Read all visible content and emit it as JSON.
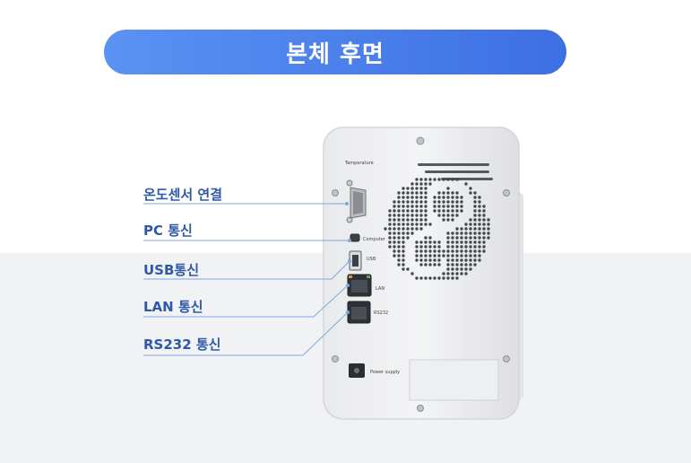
{
  "title": "본체 후면",
  "labels": {
    "temperature_sensor": "온도센서 연결",
    "pc": "PC 통신",
    "usb": "USB통신",
    "lan": "LAN 통신",
    "rs232": "RS232 통신"
  },
  "device_labels": {
    "temperature": "Temperature",
    "computer": "Computer",
    "usb": "USB",
    "lan": "LAN",
    "rs232": "RS232",
    "power": "Power supply"
  },
  "colors": {
    "accent": "#3d6fe3",
    "label_text": "#2f58a8",
    "leader_line": "#7ea7e6"
  }
}
